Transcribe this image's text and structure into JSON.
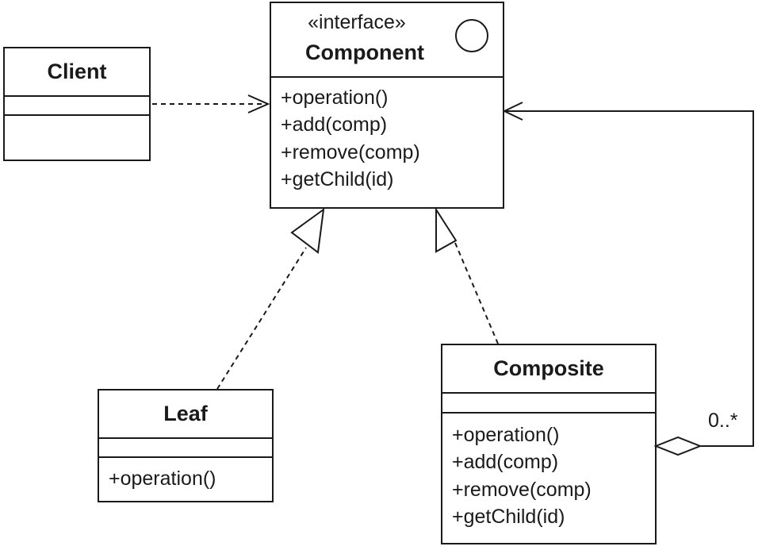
{
  "component": {
    "stereotype": "«interface»",
    "name": "Component",
    "members": [
      "+operation()",
      "+add(comp)",
      "+remove(comp)",
      "+getChild(id)"
    ]
  },
  "client": {
    "name": "Client"
  },
  "leaf": {
    "name": "Leaf",
    "members": [
      "+operation()"
    ]
  },
  "composite": {
    "name": "Composite",
    "members": [
      "+operation()",
      "+add(comp)",
      "+remove(comp)",
      "+getChild(id)"
    ]
  },
  "aggregation": {
    "multiplicity": "0..*"
  },
  "icons": {
    "interface": "circle-icon"
  }
}
